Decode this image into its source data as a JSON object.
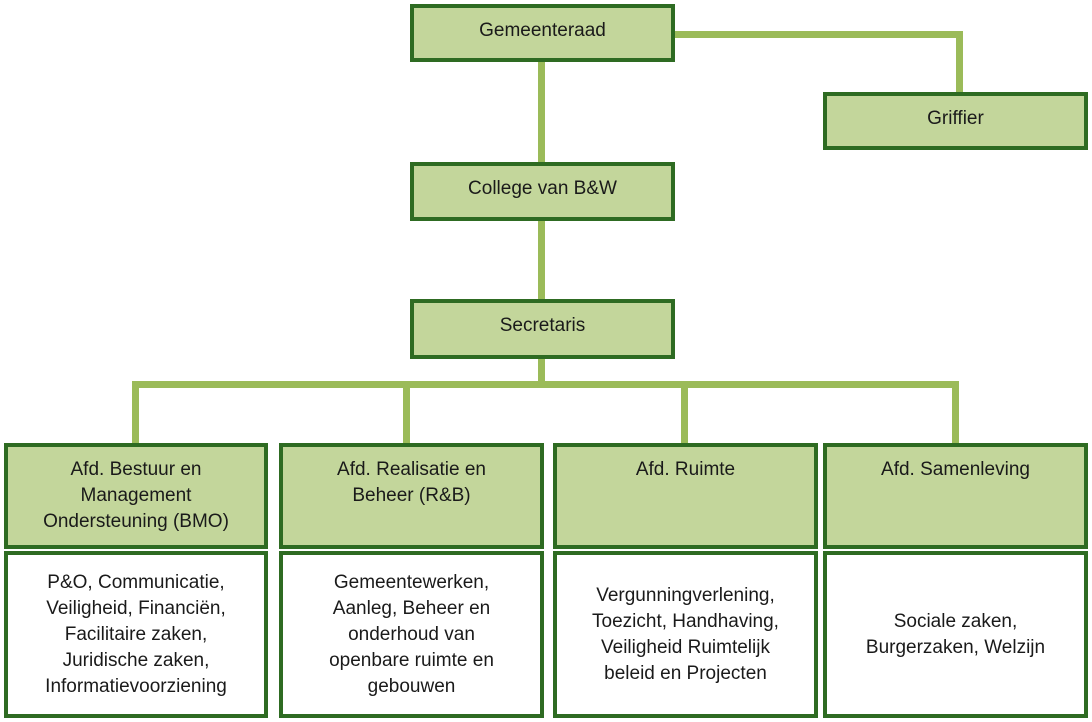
{
  "top": {
    "council": "Gemeenteraad",
    "registrar": "Griffier",
    "college": "College van B&W",
    "secretary": "Secretaris"
  },
  "departments": [
    {
      "title": "Afd. Bestuur en\nManagement\nOndersteuning (BMO)",
      "tasks": "P&O, Communicatie,\nVeiligheid, Financiën,\nFacilitaire zaken,\nJuridische zaken,\nInformatievoorziening"
    },
    {
      "title": "Afd. Realisatie en\nBeheer (R&B)",
      "tasks": "Gemeentewerken,\nAanleg, Beheer en\nonderhoud van\nopenbare ruimte en\ngebouwen"
    },
    {
      "title": "Afd. Ruimte",
      "tasks": "Vergunningverlening,\nToezicht, Handhaving,\nVeiligheid Ruimtelijk\nbeleid en Projecten"
    },
    {
      "title": "Afd. Samenleving",
      "tasks": "Sociale zaken,\nBurgerzaken, Welzijn"
    }
  ]
}
